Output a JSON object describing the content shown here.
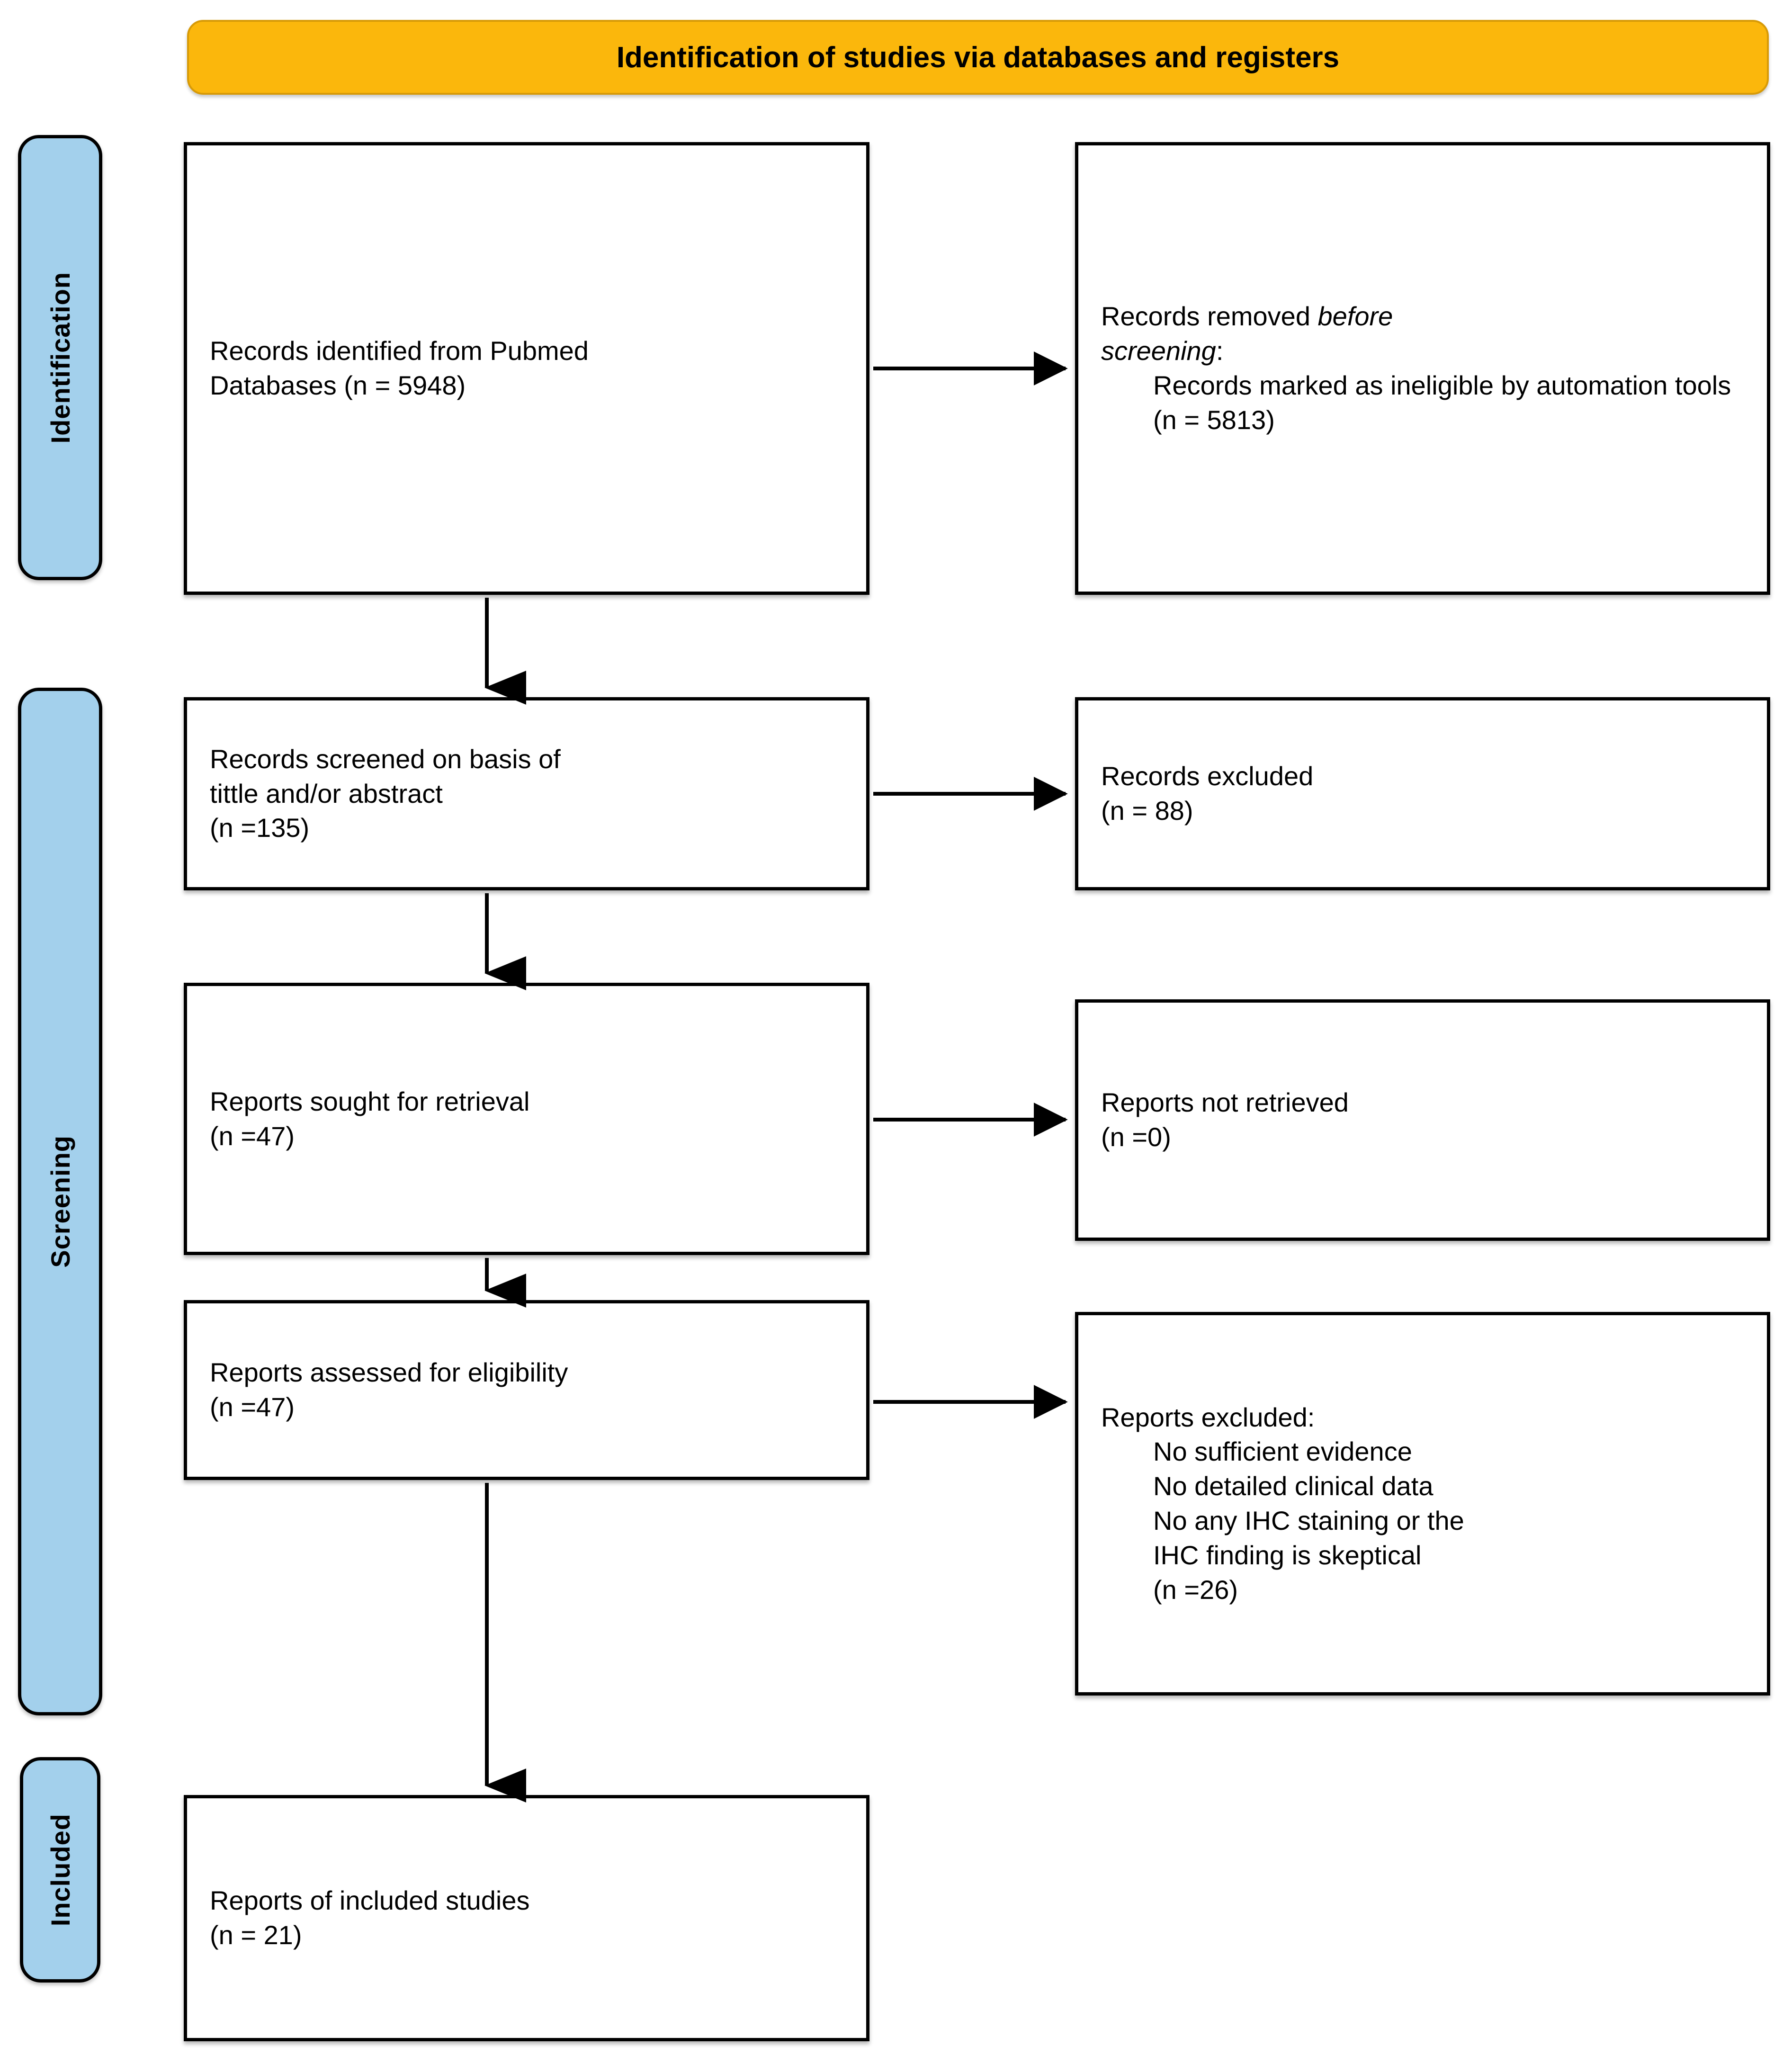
{
  "banner": {
    "title": "Identification of studies via databases and registers",
    "color": "#FBB70C"
  },
  "phases": {
    "color": "#A3D0EC",
    "identification": "Identification",
    "screening": "Screening",
    "included": "Included"
  },
  "flow": {
    "identified": {
      "line1": "Records identified from Pubmed",
      "line2": "Databases (n = 5948)",
      "n": 5948
    },
    "removed_before_screening": {
      "lead_plain": "Records removed ",
      "lead_italic_1": "before",
      "lead_italic_2": "screening",
      "lead_colon": ":",
      "item": "Records marked as ineligible by automation tools (n = 5813)",
      "n": 5813
    },
    "screened": {
      "line1": "Records screened on basis of",
      "line2": "tittle and/or abstract",
      "line3": "(n =135)",
      "n": 135
    },
    "records_excluded": {
      "line1": "Records excluded",
      "line2": "(n = 88)",
      "n": 88
    },
    "sought": {
      "line1": "Reports sought for retrieval",
      "line2": "(n =47)",
      "n": 47
    },
    "not_retrieved": {
      "line1": "Reports not retrieved",
      "line2": "(n =0)",
      "n": 0
    },
    "assessed": {
      "line1": "Reports assessed for eligibility",
      "line2": "(n =47)",
      "n": 47
    },
    "reports_excluded": {
      "heading": "Reports excluded:",
      "reason1": "No sufficient evidence",
      "reason2": "No detailed clinical data",
      "reason3": "No any IHC staining or the",
      "reason4": "IHC finding is skeptical",
      "count_line": "(n =26)",
      "n": 26
    },
    "included": {
      "line1": "Reports of included studies",
      "line2": "(n = 21)",
      "n": 21
    }
  }
}
